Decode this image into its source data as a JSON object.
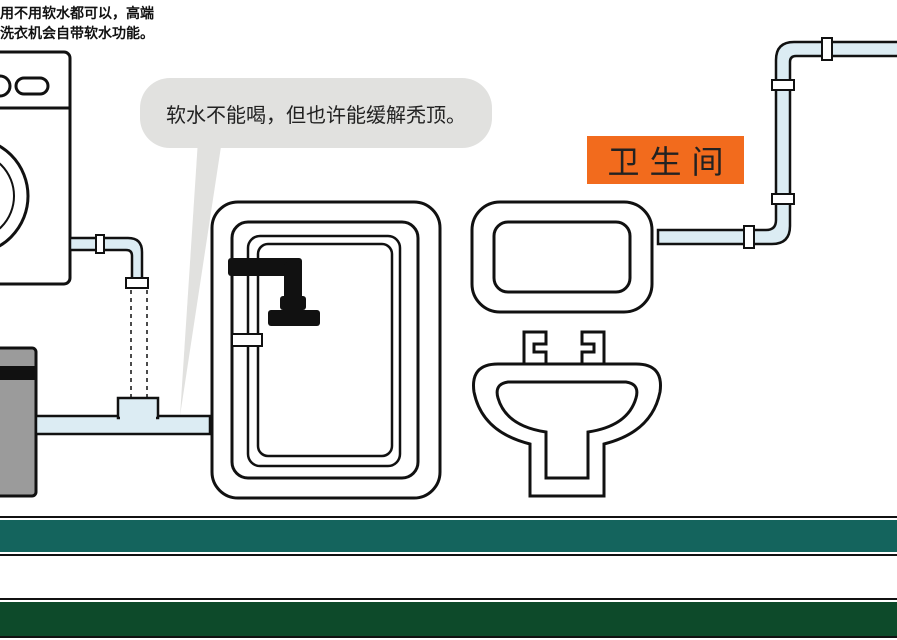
{
  "note": {
    "line1": "用不用软水都可以，高端",
    "line2": "洗衣机会自带软水功能。"
  },
  "bubble": {
    "text": "软水不能喝，但也许能缓解秃顶。"
  },
  "room_label": {
    "text": "卫生间"
  },
  "colors": {
    "pipe_fill": "#dcecf3",
    "outline": "#111111",
    "label_bg": "#f26b1d",
    "bubble_bg": "#e1e1df",
    "band_teal": "#14645d",
    "band_green": "#0d4a2a",
    "fixture_black": "#111111"
  },
  "icons": [
    "washing-machine-icon",
    "water-softener-icon",
    "shower-icon",
    "toilet-icon",
    "sink-icon"
  ]
}
